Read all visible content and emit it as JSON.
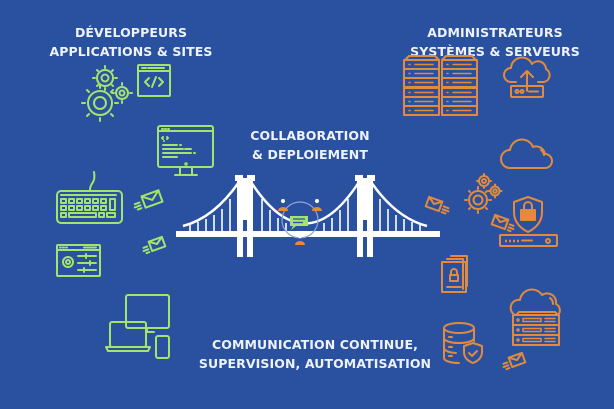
{
  "diagram": {
    "background_color": "#2a51a0",
    "colors": {
      "developers_accent": "#a4e36c",
      "admins_accent": "#e38a3c",
      "bridge": "#ffffff",
      "text": "#eef2fb"
    },
    "developers": {
      "title_line1": "DÉVELOPPEURS",
      "title_line2": "APPLICATIONS & SITES",
      "icons": [
        "gears-icon",
        "code-window-icon",
        "code-monitor-icon",
        "keyboard-icon",
        "settings-window-icon",
        "devices-icon",
        "envelope-icon",
        "envelope-icon"
      ]
    },
    "administrators": {
      "title_line1": "ADMINISTRATEURS",
      "title_line2": "SYSTÈMES & SERVEURS",
      "icons": [
        "server-racks-icon",
        "cloud-upload-icon",
        "cloud-icon",
        "gears-icon",
        "security-router-icon",
        "locked-files-icon",
        "secure-database-icon",
        "cloud-server-icon",
        "envelope-icon",
        "envelope-icon",
        "envelope-icon"
      ]
    },
    "center": {
      "title_line1": "COLLABORATION",
      "title_line2": "& DEPLOIEMENT",
      "icon": "bridge-icon",
      "hub_icon": "team-chat-icon"
    },
    "bottom": {
      "line1": "COMMUNICATION CONTINUE,",
      "line2": "SUPERVISION, AUTOMATISATION"
    }
  }
}
